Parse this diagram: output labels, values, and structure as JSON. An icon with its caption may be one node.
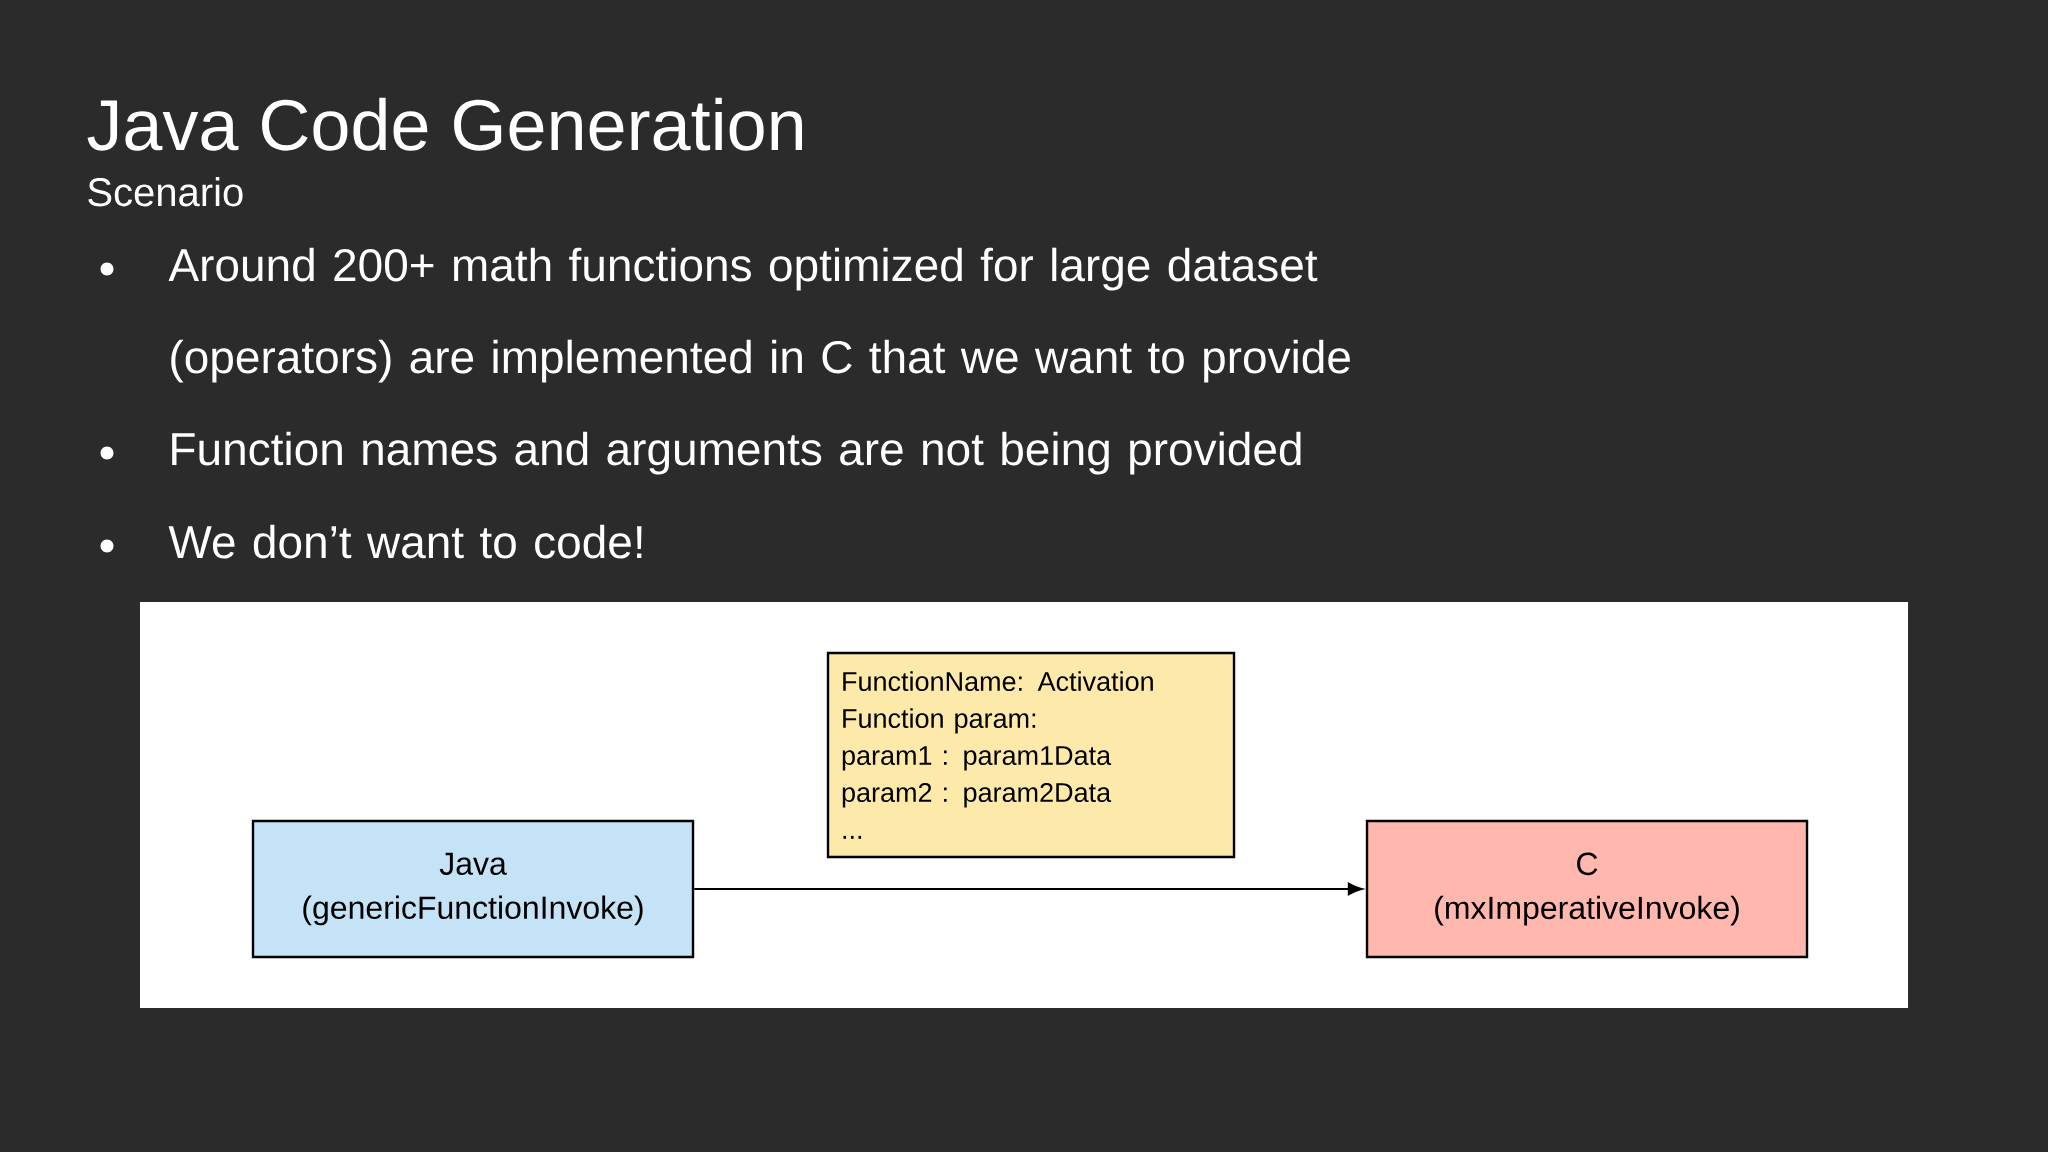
{
  "diagram": {
    "title": "Java Code Generation",
    "nodes": [
      {
        "text": [
          "Java",
          "(genericFunctionInvoke)"
        ]
      },
      {
        "text": [
          "FunctionName: Activation",
          "Function param:",
          "param1 : param1Data",
          "param2 : param2Data",
          "..."
        ]
      },
      {
        "text": [
          "C",
          "(mxImperativeInvoke)"
        ]
      }
    ],
    "edges": [
      {
        "from": 0,
        "to": 2,
        "arrow": "to"
      }
    ],
    "labels": [
      "Scenario",
      "Around 200+ math functions optimized for large dataset (operators) are implemented in C that we want to provide",
      "Function names and arguments are not being provided",
      "We don’t want to code!"
    ]
  }
}
